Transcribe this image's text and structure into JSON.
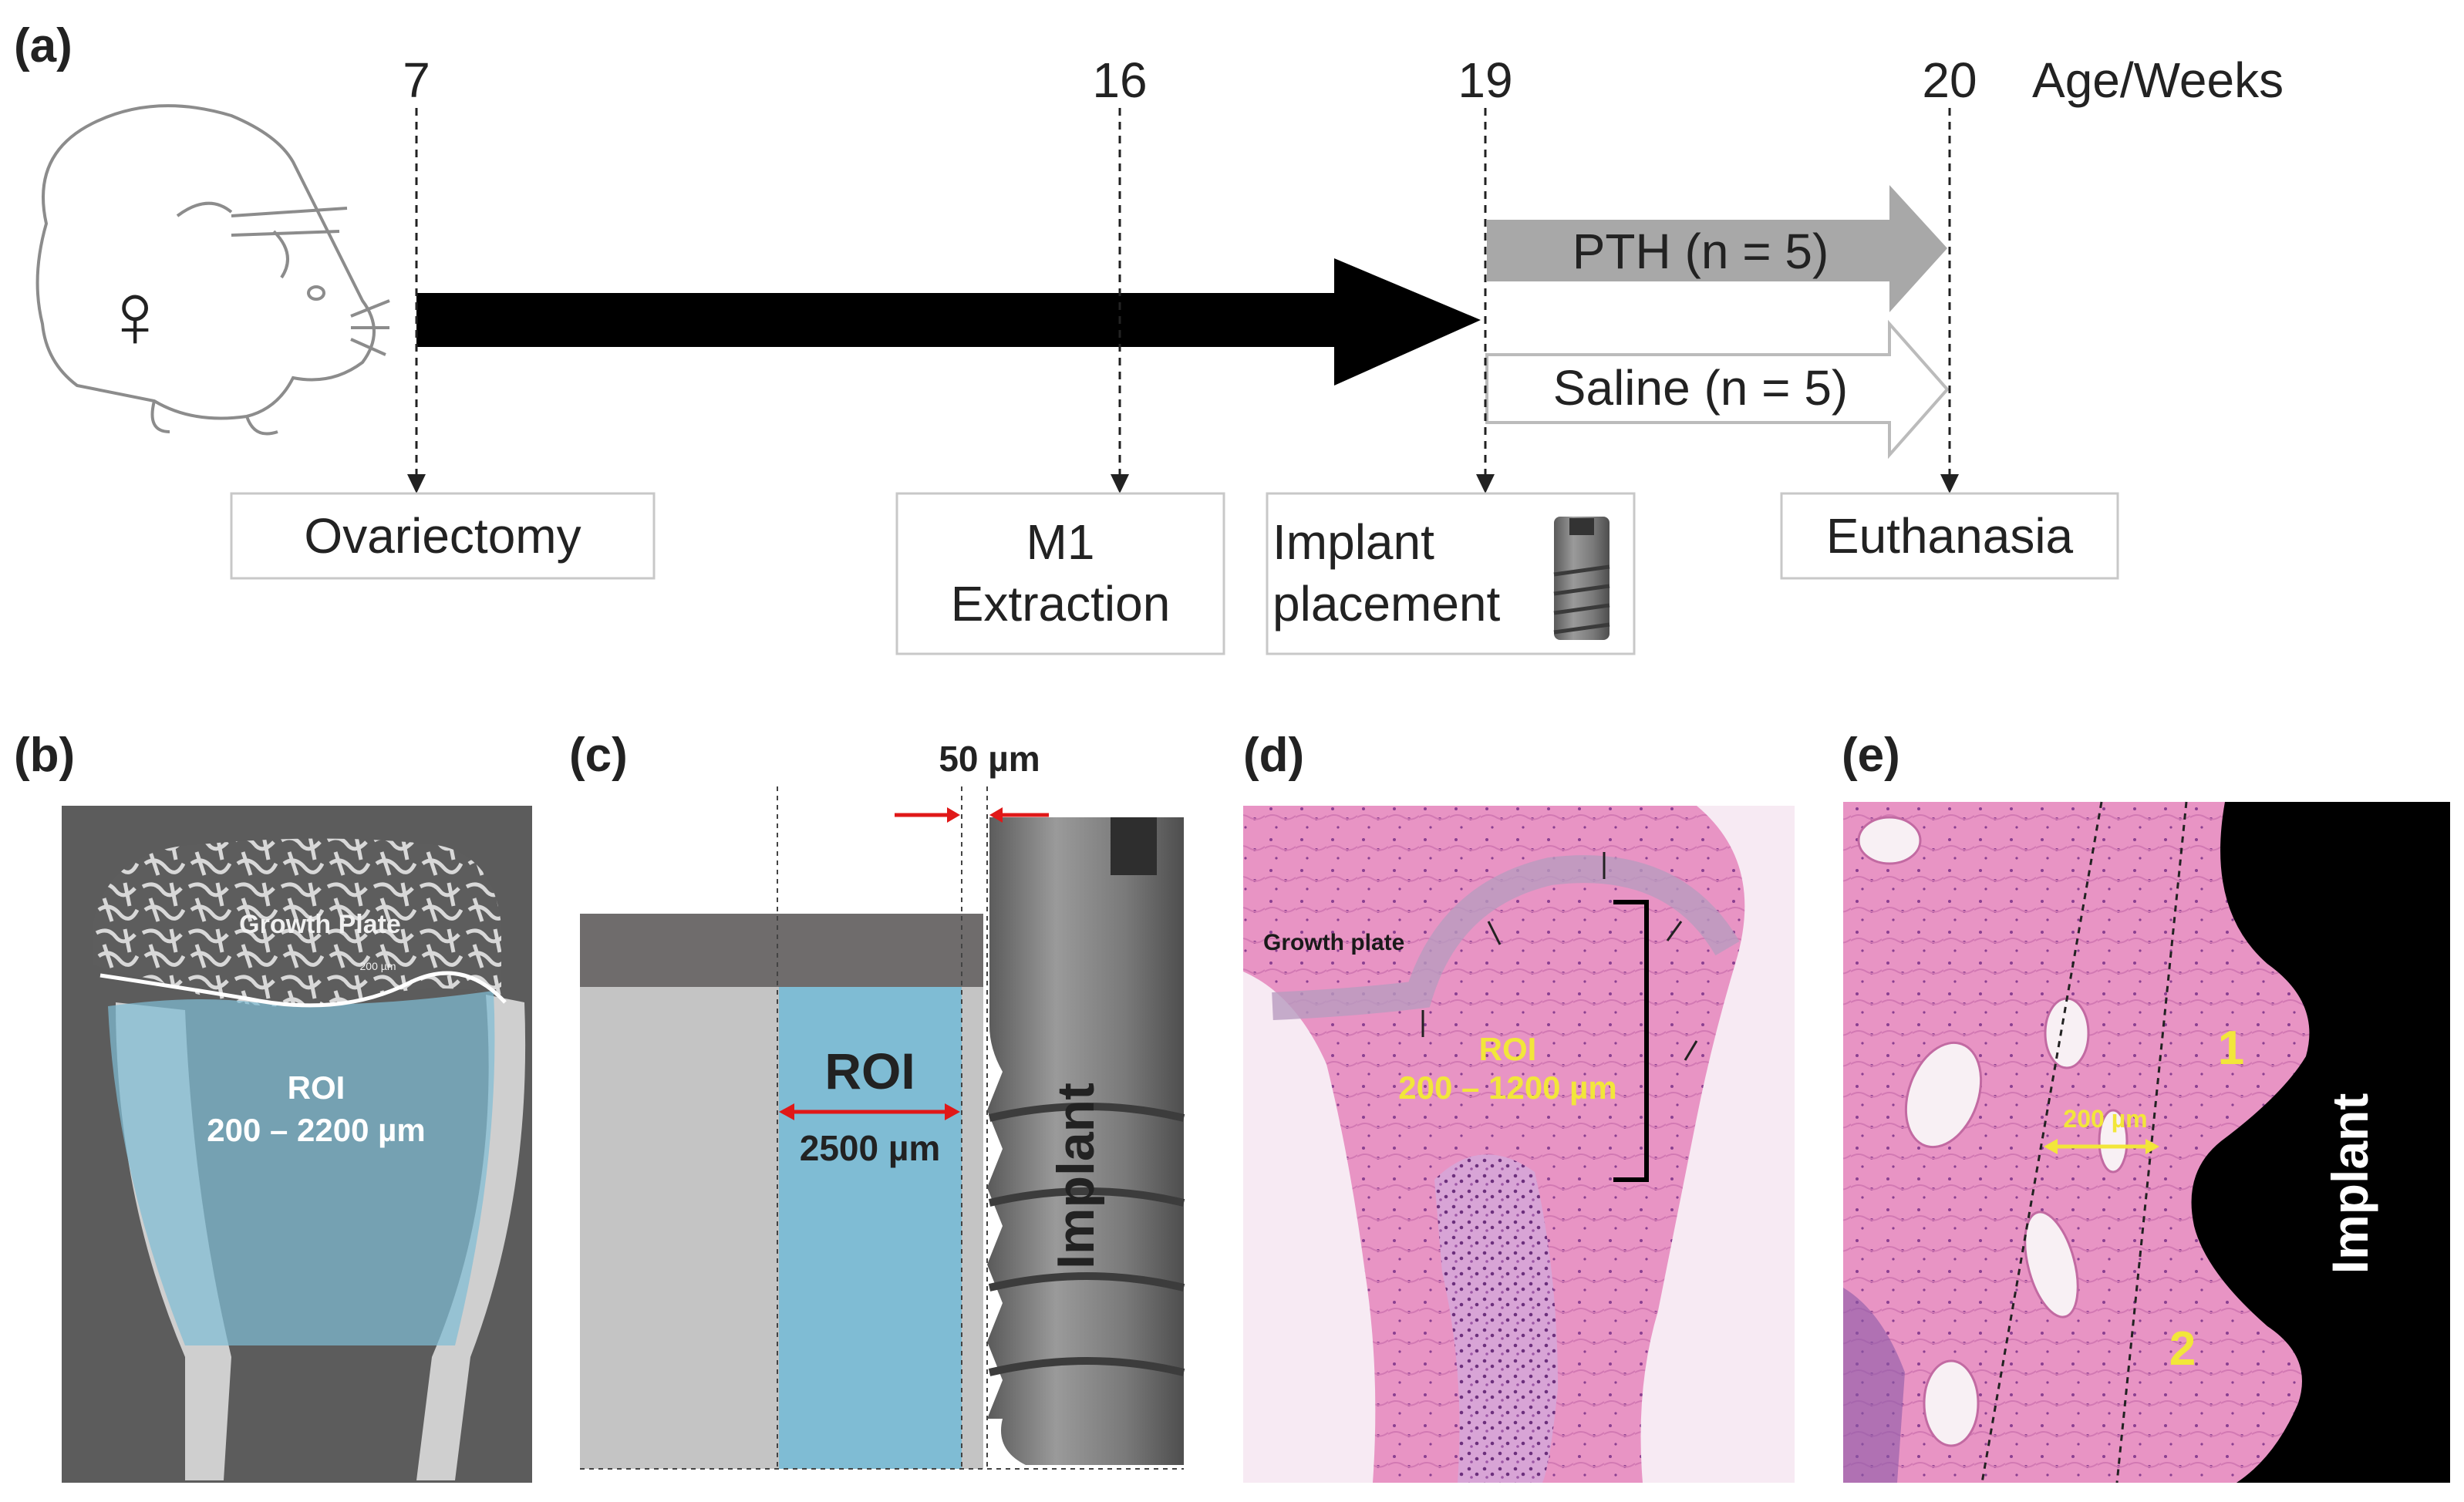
{
  "panel_a": {
    "label": "(a)",
    "axis_label": "Age/Weeks",
    "ticks": [
      "7",
      "16",
      "19",
      "20"
    ],
    "arrows": {
      "pth": "PTH (n = 5)",
      "saline": "Saline (n = 5)"
    },
    "events": {
      "ovariectomy": "Ovariectomy",
      "extraction_line1": "M1",
      "extraction_line2": "Extraction",
      "implant_line1": "Implant",
      "implant_line2": "placement",
      "euthanasia": "Euthanasia"
    },
    "female_symbol": "♀"
  },
  "panel_b": {
    "label": "(b)",
    "growth_plate": "Growth Plate",
    "scale_small": "200 µm",
    "roi_line1": "ROI",
    "roi_line2": "200 – 2200 µm"
  },
  "panel_c": {
    "label": "(c)",
    "gap": "50 µm",
    "roi": "ROI",
    "width": "2500 µm",
    "implant": "Implant"
  },
  "panel_d": {
    "label": "(d)",
    "growth_plate": "Growth plate",
    "roi_line1": "ROI",
    "roi_line2": "200 – 1200 µm"
  },
  "panel_e": {
    "label": "(e)",
    "width": "200 µm",
    "region1": "1",
    "region2": "2",
    "implant": "Implant"
  },
  "colors": {
    "roi_blue": "#7fbcd4",
    "pth_arrow": "#a8a8a8",
    "he_pink": "#e48ec0",
    "roi_text_yellow": "#f2e63a"
  }
}
